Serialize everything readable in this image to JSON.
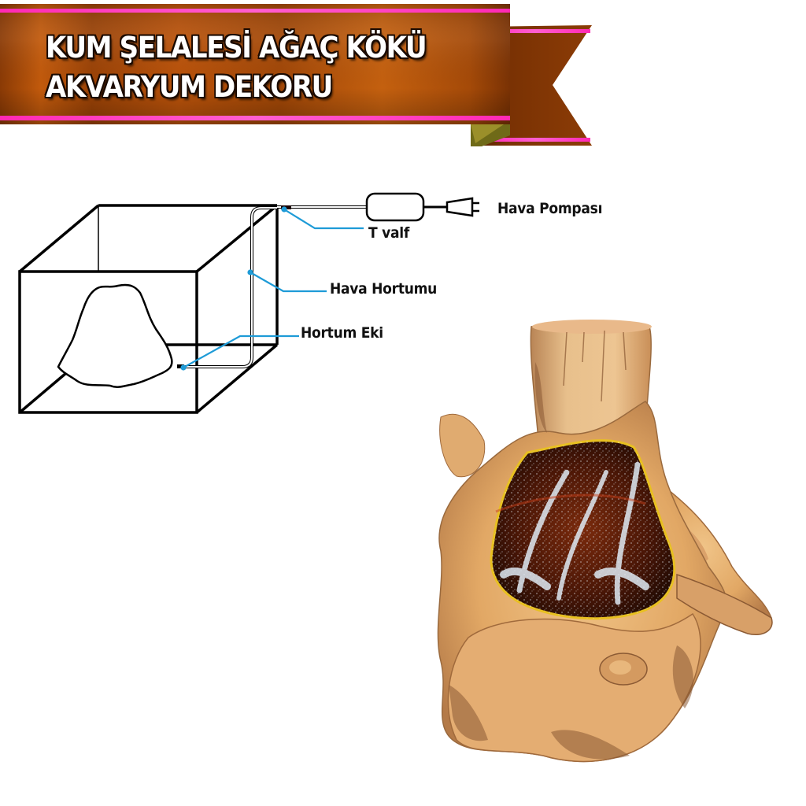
{
  "banner": {
    "line1": "KUM ŞELALESİ AĞAÇ KÖKÜ",
    "line2": "AKVARYUM DEKORU",
    "colors": {
      "ribbon": "#a44a08",
      "ribbon_dark": "#6e2c02",
      "stripe": "#ff2fb9"
    }
  },
  "diagram": {
    "labels": {
      "air_pump": "Hava Pompası",
      "t_valve": "T valf",
      "air_hose": "Hava Hortumu",
      "hose_connector": "Hortum Eki"
    },
    "colors": {
      "leader_line": "#1e9bd7",
      "outline": "#000000"
    }
  },
  "product": {
    "name": "sand-waterfall-tree-root-decor",
    "colors": {
      "wood": "#e3b074",
      "wood_dark": "#8b5a34",
      "sand_channel": "#4a1606",
      "sand": "#e8f0f8"
    }
  }
}
